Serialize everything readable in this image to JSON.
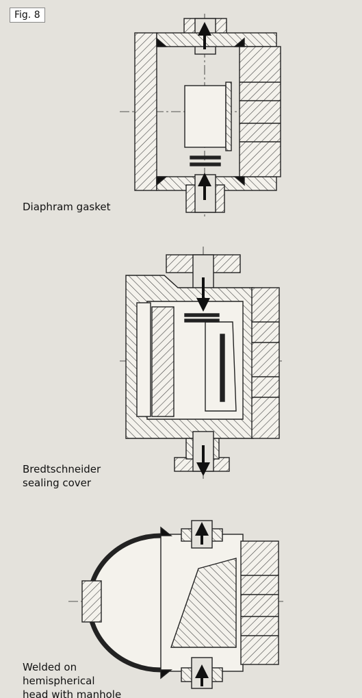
{
  "figure": {
    "tag": "Fig. 8",
    "captions": [
      "Diaphram gasket",
      "Bredtschneider\nsealing cover",
      "Welded on\nhemispherical\nhead with manhole"
    ]
  },
  "colors": {
    "background": "#e4e2dc",
    "line": "#222222",
    "hatch": "#444444"
  }
}
